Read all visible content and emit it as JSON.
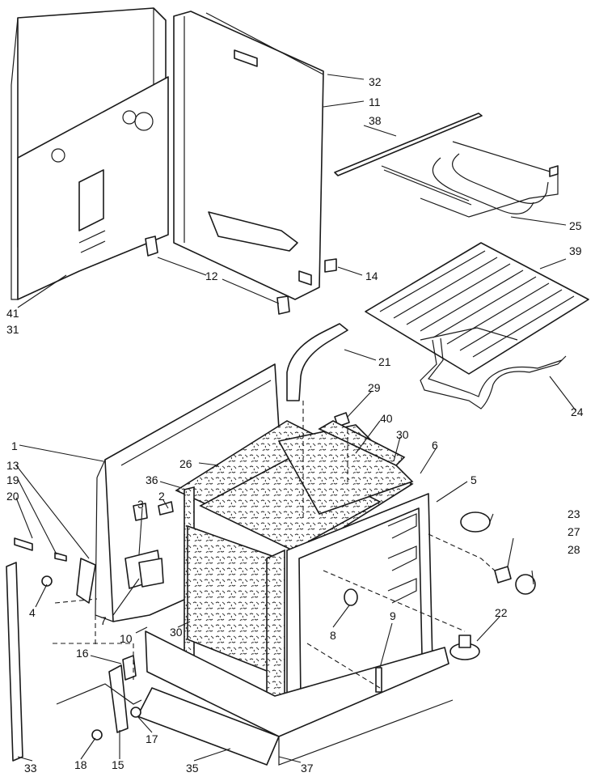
{
  "callouts": [
    {
      "id": "label-32",
      "text": "32"
    },
    {
      "id": "label-11",
      "text": "11"
    },
    {
      "id": "label-38",
      "text": "38"
    },
    {
      "id": "label-25",
      "text": "25"
    },
    {
      "id": "label-39",
      "text": "39"
    },
    {
      "id": "label-12",
      "text": "12"
    },
    {
      "id": "label-14",
      "text": "14"
    },
    {
      "id": "label-41",
      "text": "41"
    },
    {
      "id": "label-31",
      "text": "31"
    },
    {
      "id": "label-21",
      "text": "21"
    },
    {
      "id": "label-29",
      "text": "29"
    },
    {
      "id": "label-24",
      "text": "24"
    },
    {
      "id": "label-1",
      "text": "1"
    },
    {
      "id": "label-13",
      "text": "13"
    },
    {
      "id": "label-19",
      "text": "19"
    },
    {
      "id": "label-20",
      "text": "20"
    },
    {
      "id": "label-26",
      "text": "26"
    },
    {
      "id": "label-40",
      "text": "40"
    },
    {
      "id": "label-30a",
      "text": "30"
    },
    {
      "id": "label-6",
      "text": "6"
    },
    {
      "id": "label-36",
      "text": "36"
    },
    {
      "id": "label-5",
      "text": "5"
    },
    {
      "id": "label-3",
      "text": "3"
    },
    {
      "id": "label-2",
      "text": "2"
    },
    {
      "id": "label-23",
      "text": "23"
    },
    {
      "id": "label-27",
      "text": "27"
    },
    {
      "id": "label-28",
      "text": "28"
    },
    {
      "id": "label-4",
      "text": "4"
    },
    {
      "id": "label-7",
      "text": "7"
    },
    {
      "id": "label-8",
      "text": "8"
    },
    {
      "id": "label-22",
      "text": "22"
    },
    {
      "id": "label-10",
      "text": "10"
    },
    {
      "id": "label-30b",
      "text": "30"
    },
    {
      "id": "label-16",
      "text": "16"
    },
    {
      "id": "label-9",
      "text": "9"
    },
    {
      "id": "label-17",
      "text": "17"
    },
    {
      "id": "label-18",
      "text": "18"
    },
    {
      "id": "label-15",
      "text": "15"
    },
    {
      "id": "label-33",
      "text": "33"
    },
    {
      "id": "label-35",
      "text": "35"
    },
    {
      "id": "label-37",
      "text": "37"
    }
  ]
}
